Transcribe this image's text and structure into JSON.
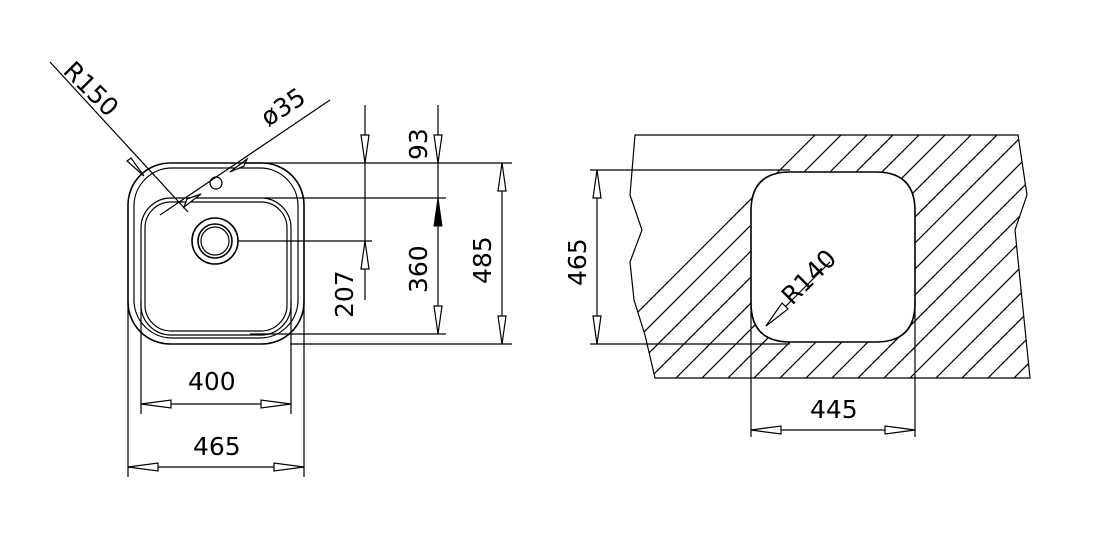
{
  "drawing": {
    "line_color": "#000000",
    "background": "#ffffff"
  },
  "left_view": {
    "labels": {
      "radius_outer": "R150",
      "drain_diameter": "ø35",
      "top_offset": "93",
      "drain_depth": "207",
      "inner_depth": "360",
      "outer_depth": "485",
      "inner_width": "400",
      "outer_width": "465"
    }
  },
  "right_view": {
    "labels": {
      "cutout_depth": "465",
      "cutout_radius": "R140",
      "cutout_width": "445"
    }
  }
}
